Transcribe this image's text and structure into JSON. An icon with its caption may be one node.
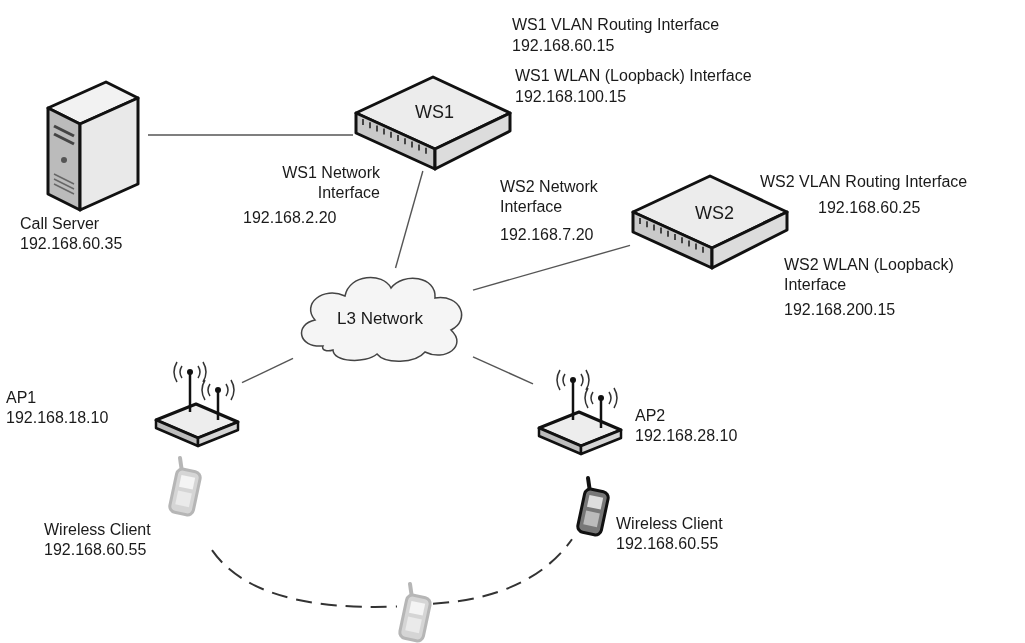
{
  "diagram": {
    "nodes": [
      {
        "text": [
          "Call Server",
          "192.168.60.35"
        ]
      },
      {
        "text": [
          "WS1"
        ],
        "beside": [
          "WS1 VLAN Routing Interface",
          "192.168.60.15",
          "WS1 WLAN (Loopback) Interface",
          "192.168.100.15",
          "WS1 Network Interface",
          "192.168.2.20"
        ]
      },
      {
        "text": [
          "WS2"
        ],
        "beside": [
          "WS2 Network Interface",
          "192.168.7.20",
          "WS2 VLAN Routing Interface",
          "192.168.60.25",
          "WS2 WLAN (Loopback) Interface",
          "192.168.200.15"
        ]
      },
      {
        "text": [
          "L3 Network"
        ]
      },
      {
        "text": [
          "AP1",
          "192.168.18.10"
        ]
      },
      {
        "text": [
          "AP2",
          "192.168.28.10"
        ]
      },
      {
        "text": [
          "Wireless Client",
          "192.168.60.55"
        ]
      },
      {
        "text": [],
        "shape": "picture"
      },
      {
        "text": [
          "Wireless Client",
          "192.168.60.55"
        ]
      }
    ],
    "edges": [
      {
        "from": 0,
        "to": 1,
        "arrow": "none"
      },
      {
        "from": 1,
        "to": 3,
        "arrow": "none"
      },
      {
        "from": 2,
        "to": 3,
        "arrow": "none"
      },
      {
        "from": 3,
        "to": 4,
        "arrow": "none"
      },
      {
        "from": 3,
        "to": 5,
        "arrow": "none"
      },
      {
        "from": 6,
        "to": 7,
        "arrow": "none",
        "style": "dashed"
      },
      {
        "from": 7,
        "to": 8,
        "arrow": "none",
        "style": "dashed"
      }
    ]
  }
}
